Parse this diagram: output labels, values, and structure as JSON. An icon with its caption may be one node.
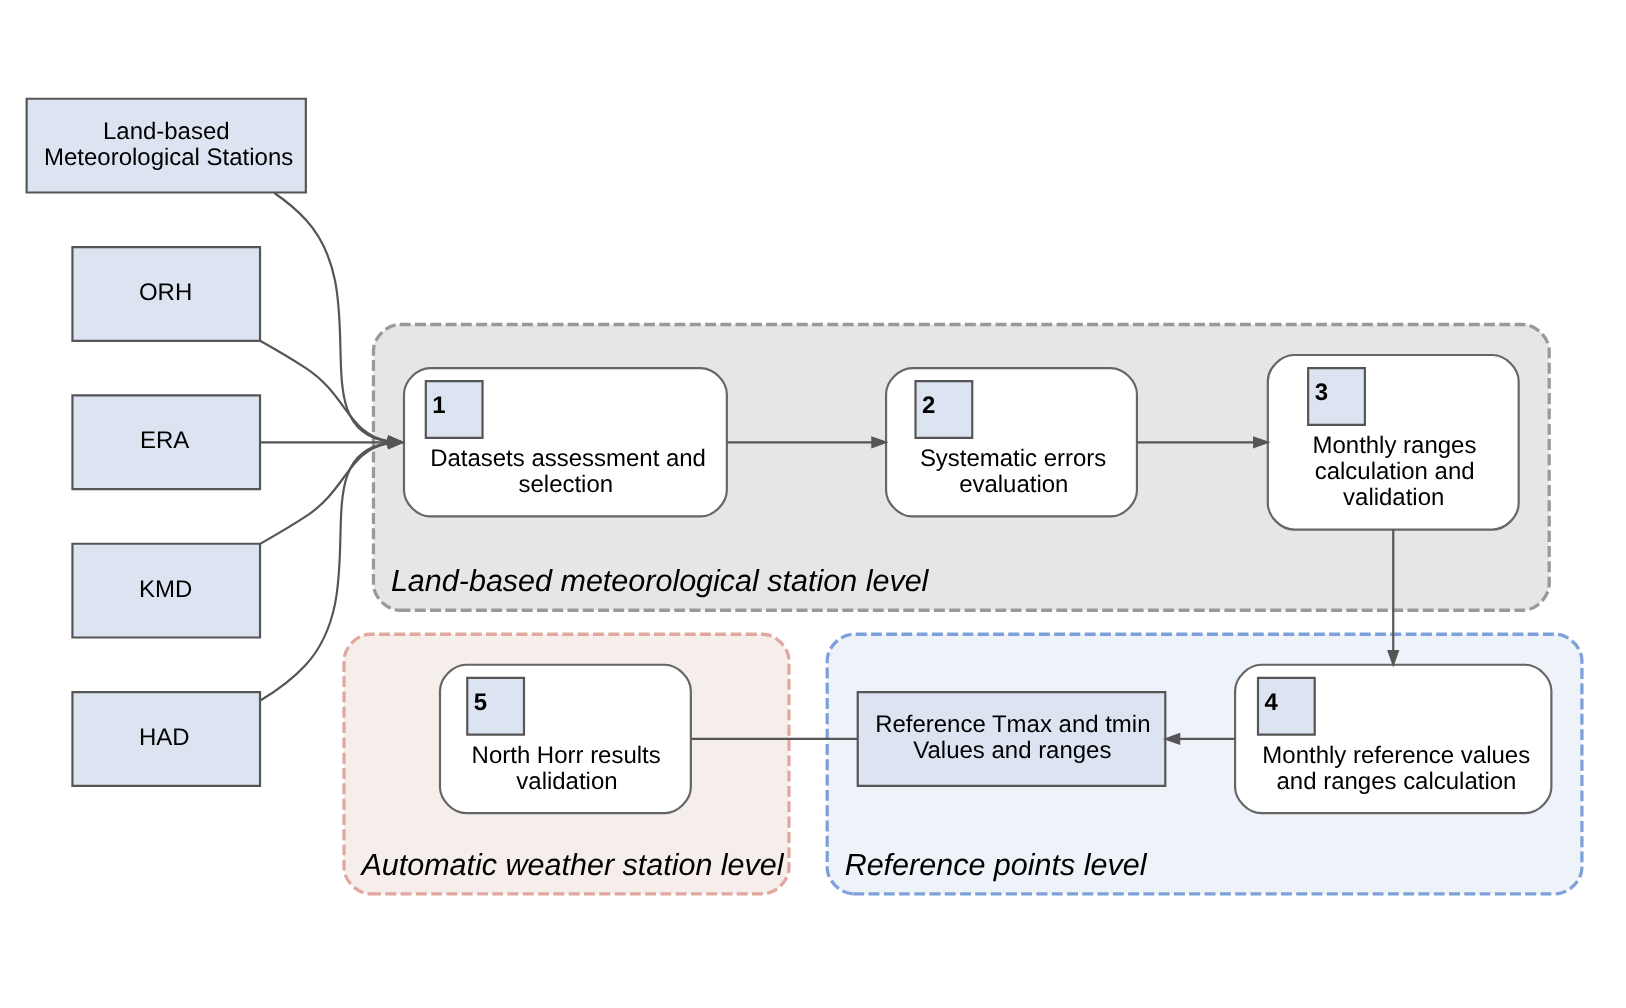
{
  "diagram": {
    "nodes": [
      {
        "text": [
          "Land-based Meteorological Stations"
        ]
      },
      {
        "text": [
          "ORH"
        ]
      },
      {
        "text": [
          "ERA"
        ]
      },
      {
        "text": [
          "KMD"
        ]
      },
      {
        "text": [
          "HAD"
        ]
      },
      {
        "text": [
          "Land-based meteorological station level"
        ]
      },
      {
        "text": [
          "1",
          "Datasets assessment and selection"
        ],
        "in": 5
      },
      {
        "text": [
          "2",
          "Systematic errors evaluation"
        ],
        "in": 5
      },
      {
        "text": [
          "3",
          "Monthly ranges calculation and validation"
        ],
        "in": 5
      },
      {
        "text": [
          "Reference points level"
        ]
      },
      {
        "text": [
          "4",
          "Monthly reference values and ranges calculation"
        ],
        "in": 9
      },
      {
        "text": [
          "Reference Tmax and tmin Values and ranges"
        ],
        "in": 9
      },
      {
        "text": [
          "Automatic weather station level"
        ]
      },
      {
        "text": [
          "5",
          "North Horr results validation"
        ],
        "in": 12
      }
    ],
    "edges": [
      {
        "from": 0,
        "to": 6,
        "arrow": "to"
      },
      {
        "from": 1,
        "to": 6,
        "arrow": "to"
      },
      {
        "from": 2,
        "to": 6,
        "arrow": "to"
      },
      {
        "from": 3,
        "to": 6,
        "arrow": "to"
      },
      {
        "from": 4,
        "to": 6,
        "arrow": "to"
      },
      {
        "from": 6,
        "to": 7,
        "arrow": "to"
      },
      {
        "from": 7,
        "to": 8,
        "arrow": "to"
      },
      {
        "from": 8,
        "to": 10,
        "arrow": "to"
      },
      {
        "from": 10,
        "to": 11,
        "arrow": "to"
      },
      {
        "from": 11,
        "to": 13,
        "arrow": "none"
      }
    ]
  }
}
